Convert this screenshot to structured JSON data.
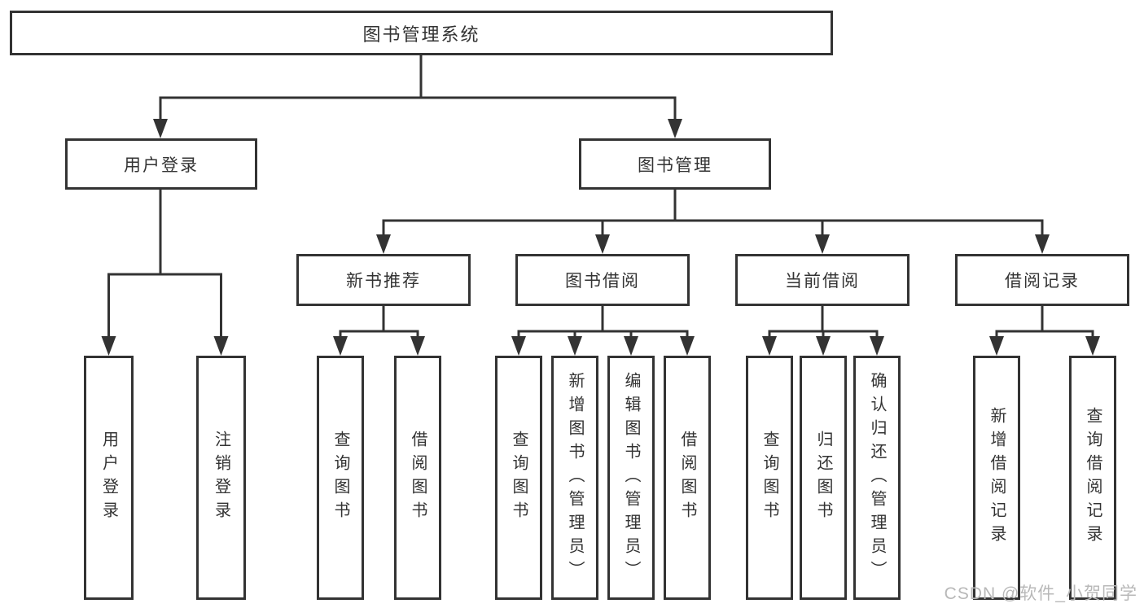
{
  "diagram": {
    "root": {
      "label": "图书管理系统"
    },
    "level2": [
      {
        "label": "用户登录"
      },
      {
        "label": "图书管理"
      }
    ],
    "level3": [
      {
        "label": "新书推荐"
      },
      {
        "label": "图书借阅"
      },
      {
        "label": "当前借阅"
      },
      {
        "label": "借阅记录"
      }
    ],
    "leaves": {
      "user_login": [
        {
          "label": "用户登录"
        },
        {
          "label": "注销登录"
        }
      ],
      "new_book": [
        {
          "label": "查询图书"
        },
        {
          "label": "借阅图书"
        }
      ],
      "book_borrow": [
        {
          "label": "查询图书"
        },
        {
          "label": "新增图书（管理员）"
        },
        {
          "label": "编辑图书（管理员）"
        },
        {
          "label": "借阅图书"
        }
      ],
      "current_borrow": [
        {
          "label": "查询图书"
        },
        {
          "label": "归还图书"
        },
        {
          "label": "确认归还（管理员）"
        }
      ],
      "borrow_record": [
        {
          "label": "新增借阅记录"
        },
        {
          "label": "查询借阅记录"
        }
      ]
    },
    "colors": {
      "border": "#333333",
      "connector": "#333333",
      "text": "#333333",
      "node_fill": "#ffffff"
    }
  },
  "watermark": {
    "text": "CSDN @软件_小贺同学",
    "color": "#b8b8b8"
  }
}
